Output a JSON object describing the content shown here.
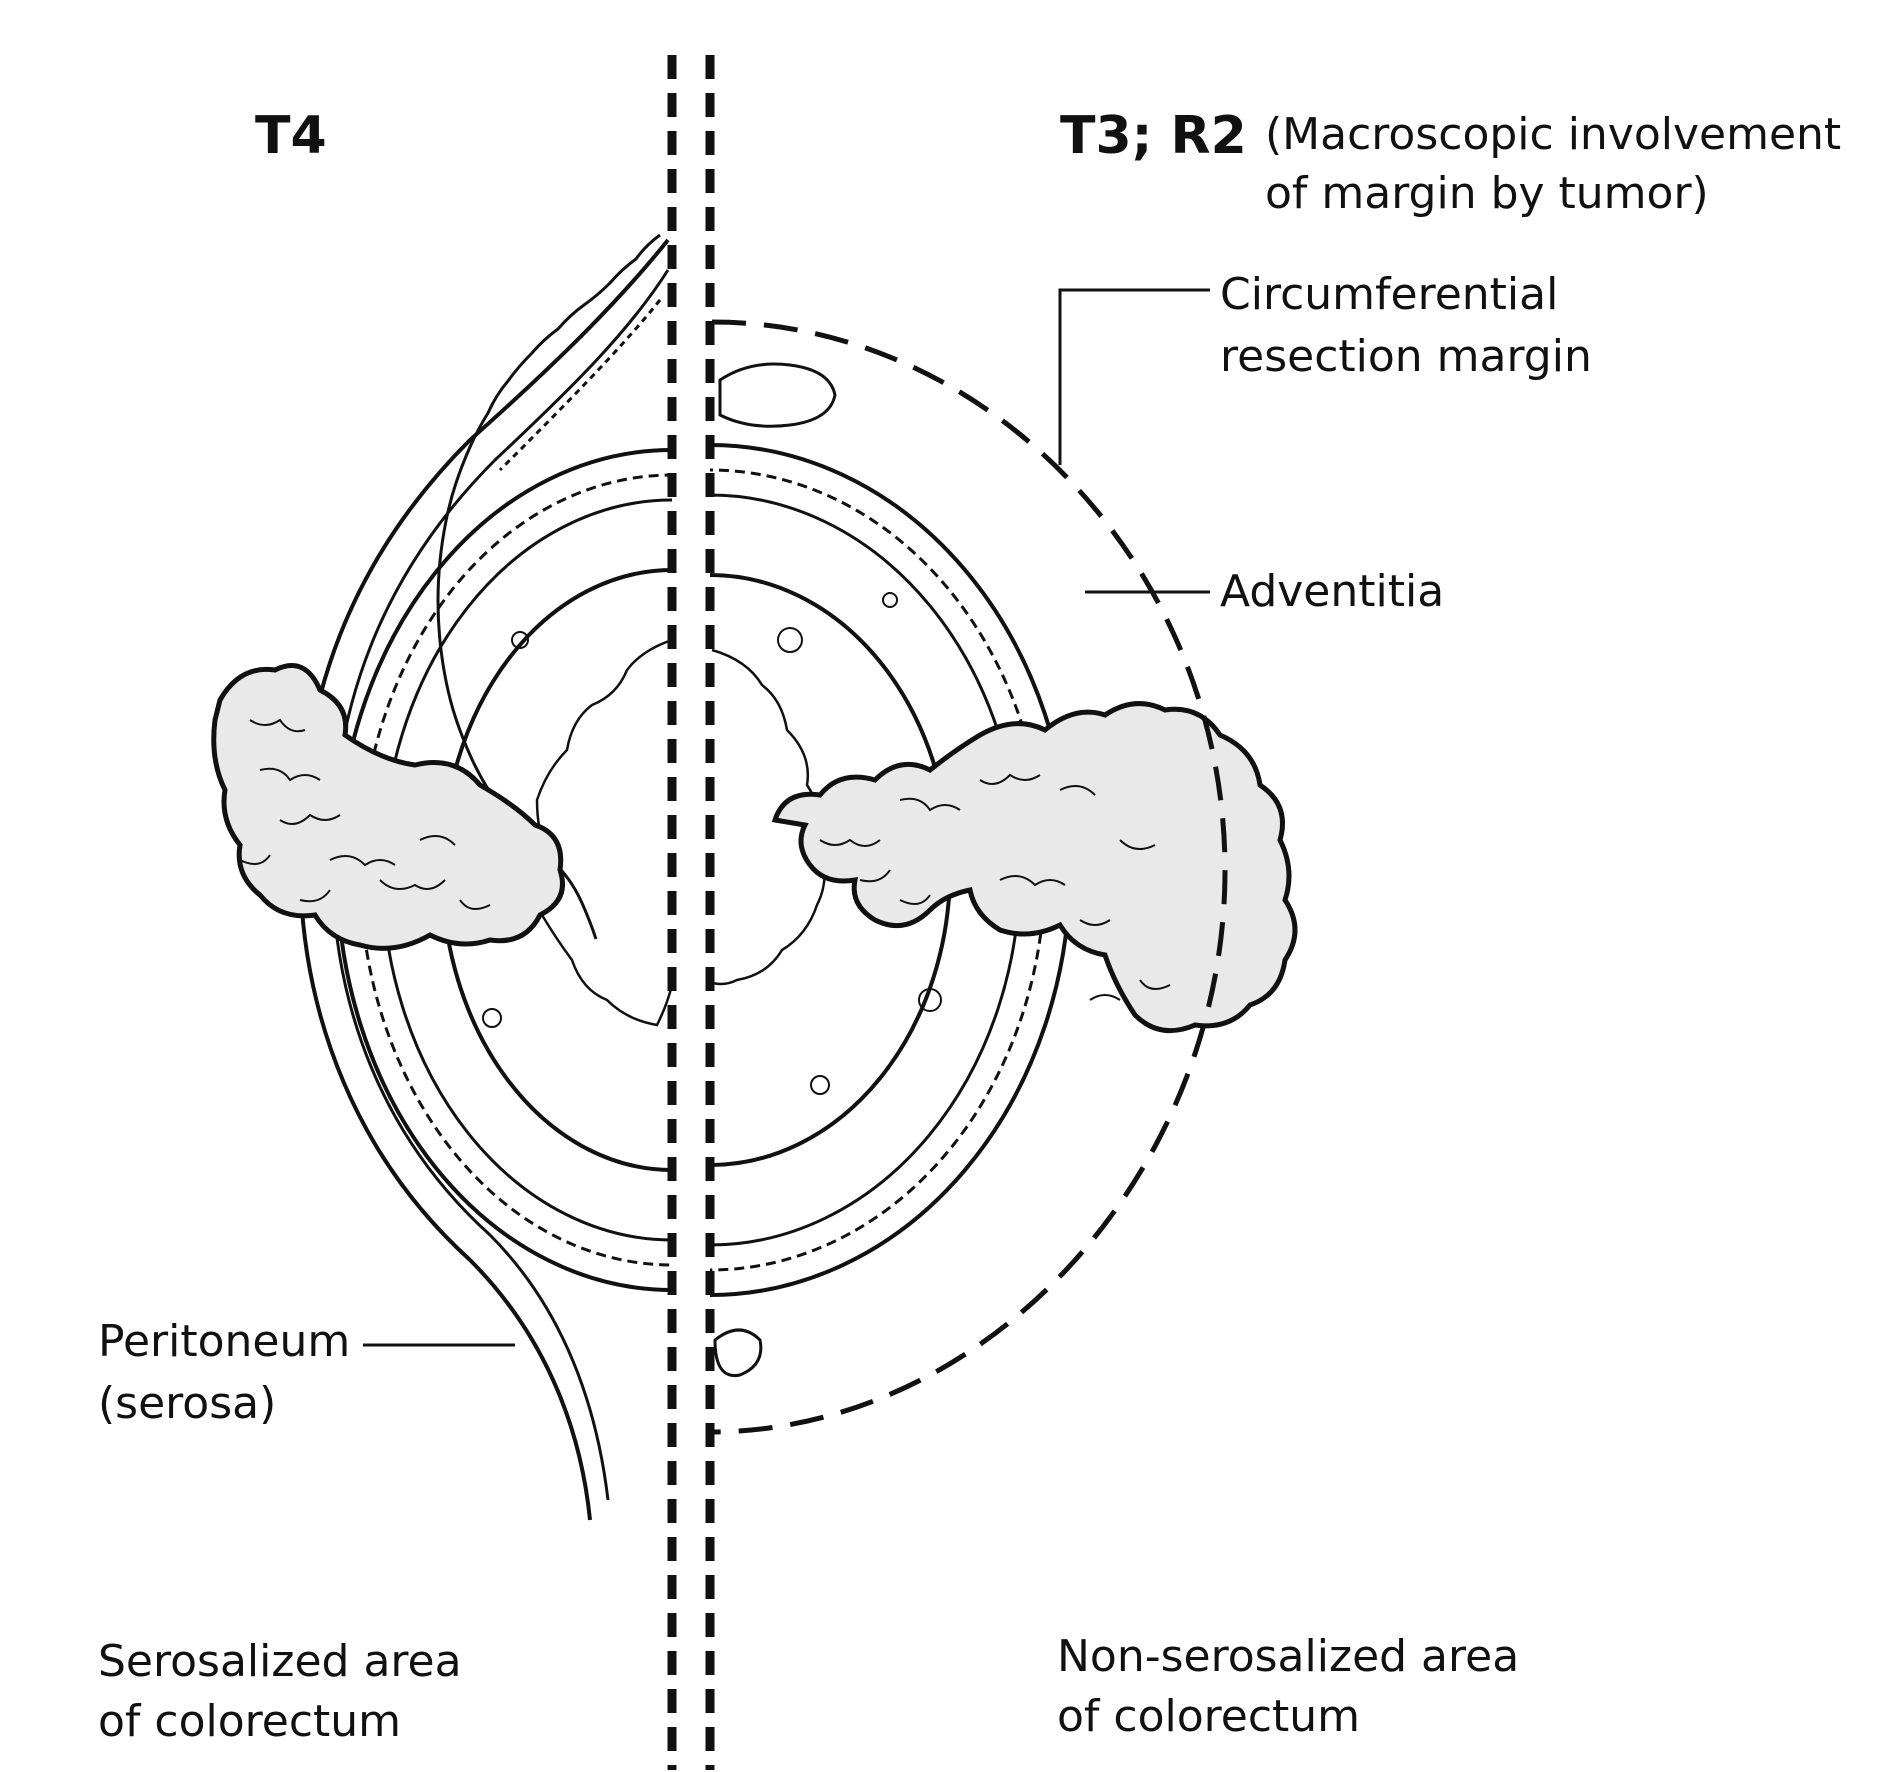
{
  "labels": {
    "t4": "T4",
    "t3r2": "T3; R2",
    "t3r2_note_line1": "(Macroscopic involvement",
    "t3r2_note_line2": "of margin by tumor)",
    "crm_line1": "Circumferential",
    "crm_line2": "resection margin",
    "adventitia": "Adventitia",
    "peritoneum_line1": "Peritoneum",
    "peritoneum_line2": "(serosa)",
    "serosalized_line1": "Serosalized area",
    "serosalized_line2": "of colorectum",
    "nonserosalized_line1": "Non-serosalized area",
    "nonserosalized_line2": "of colorectum"
  },
  "colors": {
    "ink": "#111111",
    "background": "#ffffff"
  }
}
